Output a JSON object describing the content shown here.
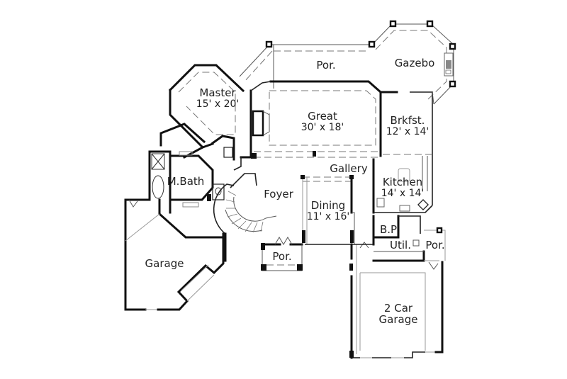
{
  "plan": {
    "type": "floor plan",
    "rooms": [
      {
        "id": "master",
        "name": "Master",
        "dims": "15' x 20'"
      },
      {
        "id": "porch-rear",
        "name": "Por.",
        "dims": ""
      },
      {
        "id": "gazebo",
        "name": "Gazebo",
        "dims": ""
      },
      {
        "id": "great",
        "name": "Great",
        "dims": "30' x 18'"
      },
      {
        "id": "breakfast",
        "name": "Brkfst.",
        "dims": "12' x 14'"
      },
      {
        "id": "gallery",
        "name": "Gallery",
        "dims": ""
      },
      {
        "id": "kitchen",
        "name": "Kitchen",
        "dims": "14' x 14'"
      },
      {
        "id": "master-bath",
        "name": "M.Bath",
        "dims": ""
      },
      {
        "id": "foyer",
        "name": "Foyer",
        "dims": ""
      },
      {
        "id": "dining",
        "name": "Dining",
        "dims": "11' x 16'"
      },
      {
        "id": "butler-pantry",
        "name": "B.P",
        "dims": ""
      },
      {
        "id": "utility",
        "name": "Util.",
        "dims": ""
      },
      {
        "id": "porch-side",
        "name": "Por.",
        "dims": ""
      },
      {
        "id": "porch-front",
        "name": "Por.",
        "dims": ""
      },
      {
        "id": "garage",
        "name": "Garage",
        "dims": ""
      },
      {
        "id": "two-car-garage",
        "name": "2 Car\nGarage",
        "dims": ""
      }
    ],
    "labels": {
      "master": "Master",
      "master_dims": "15' x 20'",
      "porch_rear": "Por.",
      "gazebo": "Gazebo",
      "great": "Great",
      "great_dims": "30' x 18'",
      "breakfast": "Brkfst.",
      "breakfast_dims": "12' x 14'",
      "gallery": "Gallery",
      "kitchen": "Kitchen",
      "kitchen_dims": "14' x 14'",
      "master_bath": "M.Bath",
      "foyer": "Foyer",
      "dining": "Dining",
      "dining_dims": "11' x 16'",
      "butler_pantry": "B.P",
      "utility": "Util.",
      "porch_side": "Por.",
      "porch_front": "Por.",
      "garage": "Garage",
      "two_car_line1": "2 Car",
      "two_car_line2": "Garage"
    }
  }
}
